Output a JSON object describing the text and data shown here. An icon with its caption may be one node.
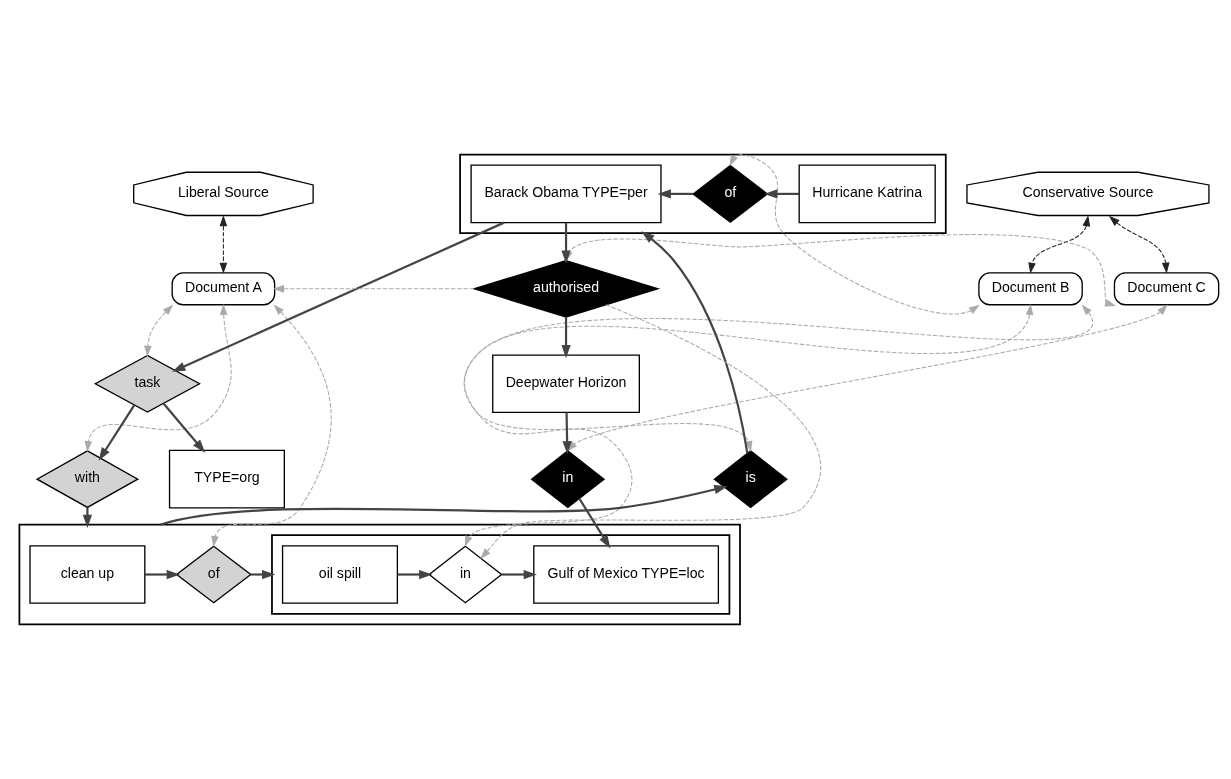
{
  "diagram": {
    "nodes": [
      {
        "text": [
          "Liberal Source"
        ]
      },
      {
        "text": [
          "Conservative Source"
        ]
      },
      {
        "text": [
          "Document A"
        ]
      },
      {
        "text": [
          "Document B"
        ]
      },
      {
        "text": [
          "Document C"
        ]
      },
      {
        "text": [],
        "shape": "box"
      },
      {
        "text": [
          "Barack Obama TYPE=per"
        ],
        "in": 5
      },
      {
        "text": [
          "of"
        ],
        "in": 5
      },
      {
        "text": [
          "Hurricane Katrina"
        ],
        "in": 5
      },
      {
        "text": [
          "TYPE=org"
        ]
      },
      {
        "text": [
          "authorised"
        ]
      },
      {
        "text": [
          "Deepwater Horizon"
        ]
      },
      {
        "text": [
          "task"
        ]
      },
      {
        "text": [
          "with"
        ]
      },
      {
        "text": [
          "is"
        ]
      },
      {
        "text": [
          "in"
        ]
      },
      {
        "text": [],
        "shape": "box"
      },
      {
        "text": [
          "clean up"
        ],
        "in": 16
      },
      {
        "text": [
          "of"
        ],
        "in": 16
      },
      {
        "text": [],
        "shape": "box",
        "in": 16
      },
      {
        "text": [
          "oil spill"
        ],
        "in": 19
      },
      {
        "text": [
          "in"
        ],
        "in": 19
      },
      {
        "text": [
          "Gulf of Mexico TYPE=loc"
        ],
        "in": 19
      }
    ],
    "edges": [
      {
        "from": 0,
        "to": 2,
        "arrow": "both",
        "style": "dashed",
        "color": "#222222"
      },
      {
        "from": 1,
        "to": 3,
        "arrow": "both",
        "style": "dashed",
        "color": "#222222"
      },
      {
        "from": 1,
        "to": 4,
        "arrow": "both",
        "style": "dashed",
        "color": "#222222"
      },
      {
        "from": 8,
        "to": 7,
        "arrow": "to"
      },
      {
        "from": 7,
        "to": 6,
        "arrow": "to"
      },
      {
        "from": 6,
        "to": 10,
        "arrow": "to"
      },
      {
        "from": 6,
        "to": 12,
        "arrow": "to"
      },
      {
        "from": 12,
        "to": 9,
        "arrow": "to"
      },
      {
        "from": 12,
        "to": 13,
        "arrow": "to"
      },
      {
        "from": 13,
        "to": 16,
        "arrow": "to"
      },
      {
        "from": 10,
        "to": 11,
        "arrow": "to"
      },
      {
        "from": 11,
        "to": 15,
        "arrow": "to"
      },
      {
        "from": 15,
        "to": 22,
        "arrow": "to"
      },
      {
        "from": 16,
        "to": 14,
        "arrow": "to"
      },
      {
        "from": 14,
        "to": 5,
        "arrow": "to"
      },
      {
        "from": 17,
        "to": 18,
        "arrow": "to"
      },
      {
        "from": 18,
        "to": 19,
        "arrow": "to"
      },
      {
        "from": 20,
        "to": 21,
        "arrow": "to"
      },
      {
        "from": 21,
        "to": 22,
        "arrow": "to"
      },
      {
        "from": 2,
        "to": 12,
        "arrow": "both",
        "style": "dashed",
        "color": "#aaaaaa"
      },
      {
        "from": 2,
        "to": 13,
        "arrow": "both",
        "style": "dashed",
        "color": "#aaaaaa"
      },
      {
        "from": 2,
        "to": 18,
        "arrow": "both",
        "style": "dashed",
        "color": "#aaaaaa"
      },
      {
        "from": 10,
        "to": 2,
        "arrow": "to",
        "style": "dashed",
        "color": "#aaaaaa"
      },
      {
        "from": 3,
        "to": 7,
        "arrow": "both",
        "style": "dashed",
        "color": "#aaaaaa"
      },
      {
        "from": 3,
        "to": 14,
        "arrow": "both",
        "style": "dashed",
        "color": "#aaaaaa"
      },
      {
        "from": 3,
        "to": 21,
        "arrow": "both",
        "style": "dashed",
        "color": "#aaaaaa"
      },
      {
        "from": 10,
        "to": 21,
        "arrow": "to",
        "style": "dashed",
        "color": "#aaaaaa"
      },
      {
        "from": 4,
        "to": 10,
        "arrow": "both",
        "style": "dashed",
        "color": "#aaaaaa"
      },
      {
        "from": 4,
        "to": 15,
        "arrow": "both",
        "style": "dashed",
        "color": "#aaaaaa"
      }
    ]
  }
}
